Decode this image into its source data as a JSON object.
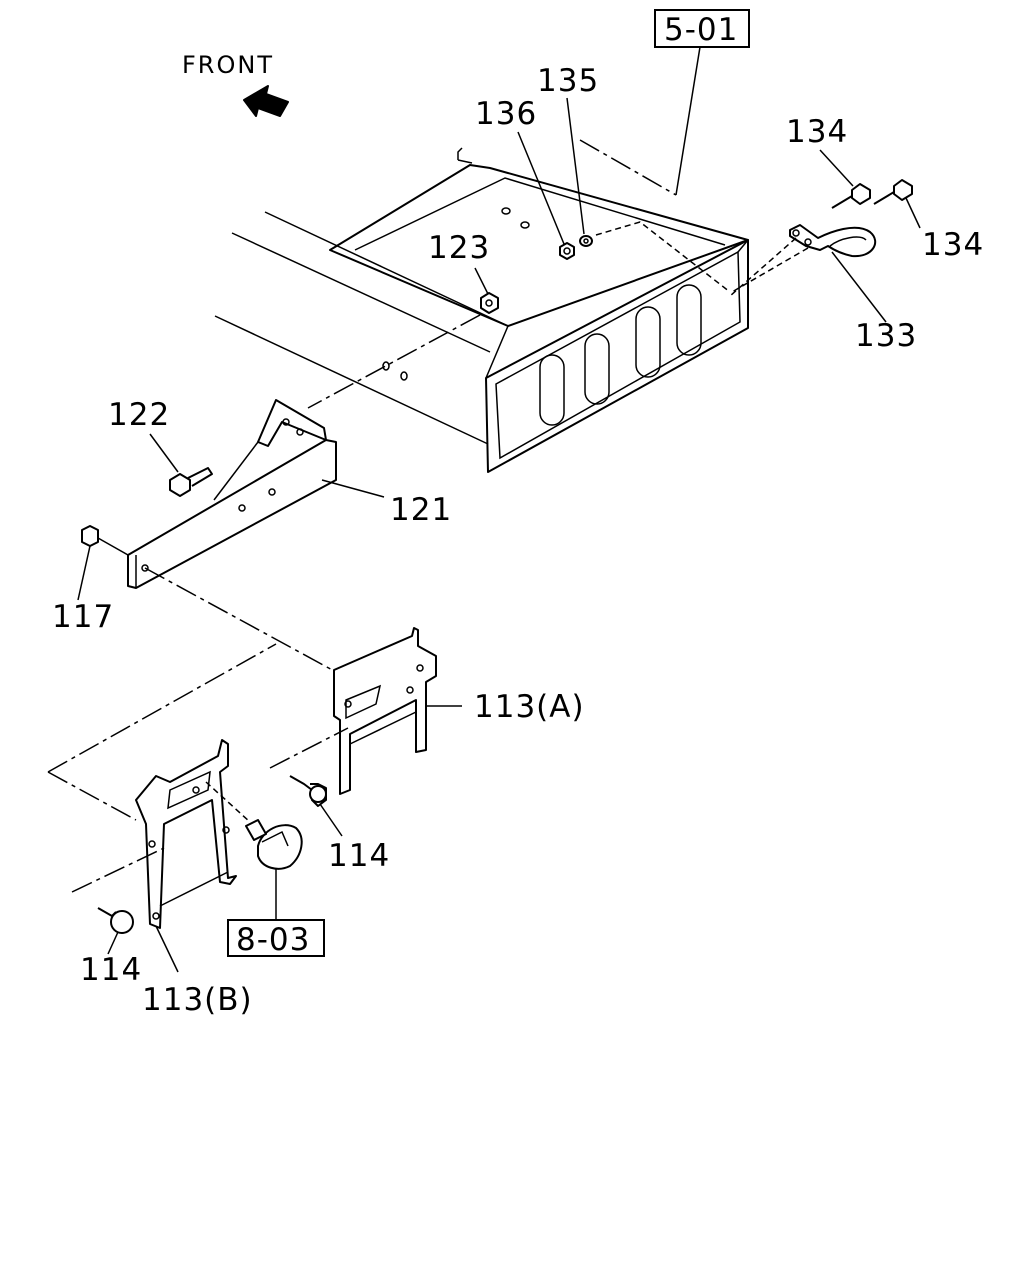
{
  "direction": {
    "label": "FRONT"
  },
  "references": {
    "frame_ref": "5-01",
    "lamp_ref": "8-03"
  },
  "callouts": {
    "p113a": "113(A)",
    "p113b": "113(B)",
    "p114_right": "114",
    "p114_left": "114",
    "p117": "117",
    "p121": "121",
    "p122": "122",
    "p123": "123",
    "p133": "133",
    "p134_upper": "134",
    "p134_lower": "134",
    "p135": "135",
    "p136": "136"
  }
}
